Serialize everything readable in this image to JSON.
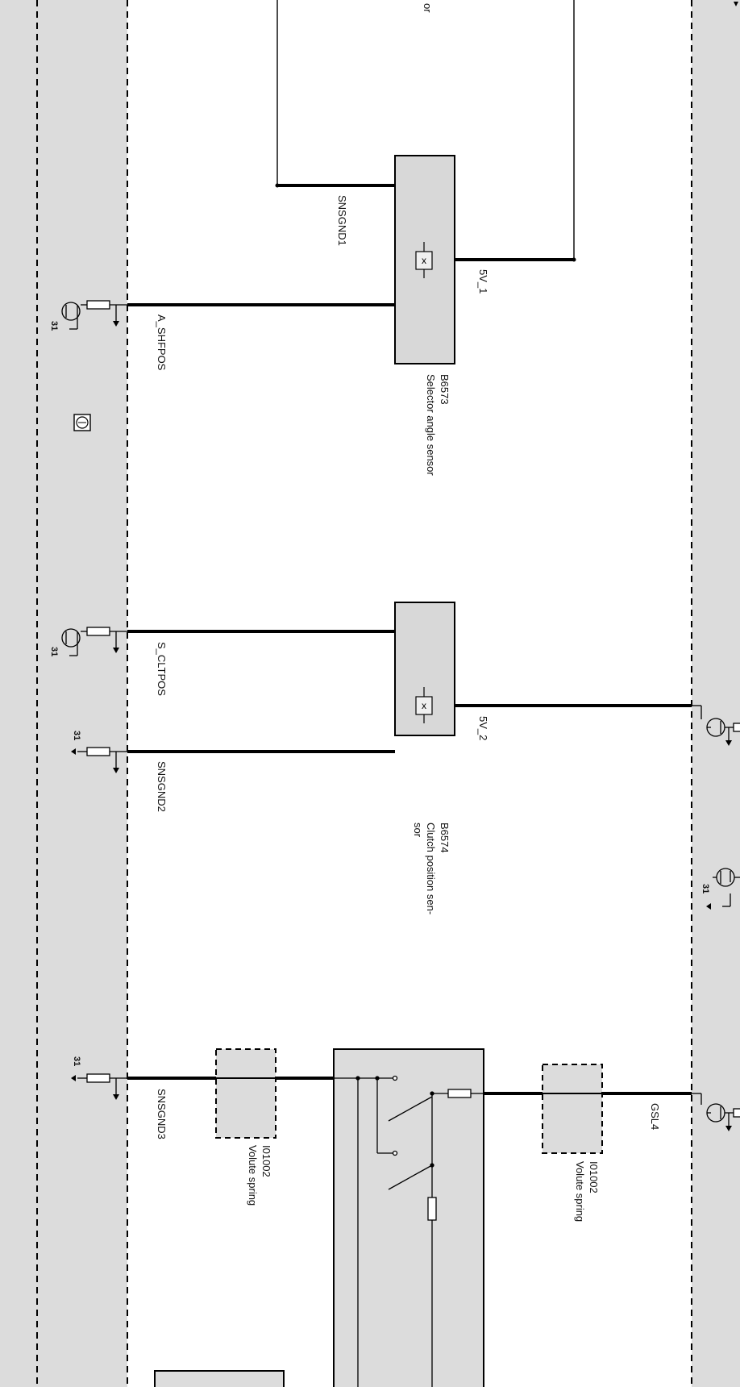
{
  "header": {
    "cut_text": "or"
  },
  "components": {
    "selector_sensor": {
      "id": "B6573",
      "name": "Selector angle sensor"
    },
    "clutch_sensor": {
      "id": "B6574",
      "name_line1": "Clutch position sen-",
      "name_line2": "sor"
    },
    "volute_spring_left": {
      "id": "I01002",
      "name": "Volute spring"
    },
    "volute_spring_right": {
      "id": "I01002",
      "name": "Volute spring"
    }
  },
  "wires": {
    "a_shfpos": "A_SHFPOS",
    "sns_gnd1": "SNSGND1",
    "five_v_1": "5V_1",
    "s_cltpos": "S_CLTPOS",
    "sns_gnd2": "SNSGND2",
    "five_v_2": "5V_2",
    "sns_gnd3": "SNSGND3",
    "gsl4": "GSL4"
  },
  "ground_pin": "31",
  "colors": {
    "module_band": "#dcdcdc",
    "component_fill": "#d8d8d8",
    "wire": "#000000"
  }
}
